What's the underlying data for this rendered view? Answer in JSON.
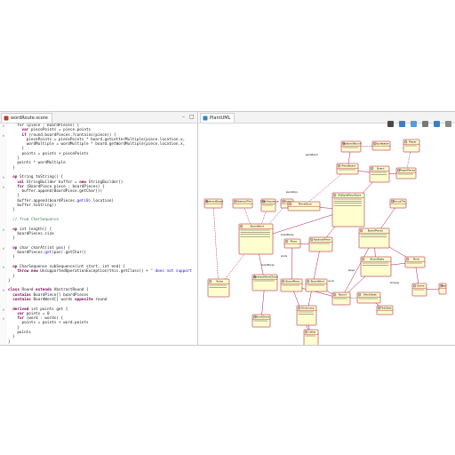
{
  "editor": {
    "tab_label": "wordRoute.score",
    "lines": [
      {
        "fold": "⊖",
        "segs": [
          {
            "t": "    for ("
          },
          {
            "t": "piece",
            "c": ""
          },
          {
            "t": " : boardPieces) {"
          }
        ]
      },
      {
        "fold": "",
        "segs": [
          {
            "t": "      "
          },
          {
            "t": "var",
            "c": "kw"
          },
          {
            "t": " piecePoints = piece.points"
          }
        ]
      },
      {
        "fold": "⊖",
        "segs": [
          {
            "t": "      "
          },
          {
            "t": "if",
            "c": "kw"
          },
          {
            "t": " (round.boardPieces.?contains(piece)) {"
          }
        ]
      },
      {
        "fold": "",
        "segs": [
          {
            "t": "        piecePoints = piecePoints * board.getLetterMultiple(piece.location.x,"
          }
        ]
      },
      {
        "fold": "",
        "segs": [
          {
            "t": "        wordMultiple = wordMultiple * board.getWordMultiple(piece.location.x,"
          }
        ]
      },
      {
        "fold": "",
        "segs": [
          {
            "t": "      }"
          }
        ]
      },
      {
        "fold": "",
        "segs": [
          {
            "t": "      points = points + piecePoints"
          }
        ]
      },
      {
        "fold": "",
        "segs": [
          {
            "t": "    }"
          }
        ]
      },
      {
        "fold": "",
        "segs": [
          {
            "t": "    points * wordMultiple"
          }
        ]
      },
      {
        "fold": "",
        "segs": [
          {
            "t": "  }"
          }
        ]
      },
      {
        "fold": "",
        "segs": [
          {
            "t": ""
          }
        ]
      },
      {
        "fold": "⊖",
        "segs": [
          {
            "t": "  "
          },
          {
            "t": "op",
            "c": "kw"
          },
          {
            "t": " String toString() {"
          }
        ]
      },
      {
        "fold": "",
        "segs": [
          {
            "t": "    "
          },
          {
            "t": "val",
            "c": "kw"
          },
          {
            "t": " StringBuilder buffer = "
          },
          {
            "t": "new",
            "c": "kw"
          },
          {
            "t": " StringBuilder()"
          }
        ]
      },
      {
        "fold": "⊖",
        "segs": [
          {
            "t": "    "
          },
          {
            "t": "for",
            "c": "kw"
          },
          {
            "t": " (BoardPiece piece : boardPieces) {"
          }
        ]
      },
      {
        "fold": "",
        "segs": [
          {
            "t": "      buffer.append(BoardPiece.getChar())"
          }
        ]
      },
      {
        "fold": "",
        "segs": [
          {
            "t": "    }"
          }
        ]
      },
      {
        "fold": "",
        "segs": [
          {
            "t": "    buffer.append(boardPieces."
          },
          {
            "t": "get",
            "c": "st"
          },
          {
            "t": "("
          },
          {
            "t": "0",
            "c": "st"
          },
          {
            "t": ").location)"
          }
        ]
      },
      {
        "fold": "",
        "segs": [
          {
            "t": "    buffer.toString()"
          }
        ]
      },
      {
        "fold": "",
        "segs": [
          {
            "t": "  }"
          }
        ]
      },
      {
        "fold": "",
        "segs": [
          {
            "t": ""
          }
        ]
      },
      {
        "fold": "",
        "segs": [
          {
            "t": "  "
          },
          {
            "t": "// from CharSequence",
            "c": "cm"
          }
        ]
      },
      {
        "fold": "",
        "segs": [
          {
            "t": ""
          }
        ]
      },
      {
        "fold": "⊖",
        "segs": [
          {
            "t": "  "
          },
          {
            "t": "op",
            "c": "kw"
          },
          {
            "t": " int length() {"
          }
        ]
      },
      {
        "fold": "",
        "segs": [
          {
            "t": "    boardPieces.size"
          }
        ]
      },
      {
        "fold": "",
        "segs": [
          {
            "t": "  }"
          }
        ]
      },
      {
        "fold": "",
        "segs": [
          {
            "t": ""
          }
        ]
      },
      {
        "fold": "⊖",
        "segs": [
          {
            "t": "  "
          },
          {
            "t": "op",
            "c": "kw"
          },
          {
            "t": " char charAt(int pos) {"
          }
        ]
      },
      {
        "fold": "",
        "segs": [
          {
            "t": "    boardPieces."
          },
          {
            "t": "get",
            "c": "st"
          },
          {
            "t": "(pos).getChar()"
          }
        ]
      },
      {
        "fold": "",
        "segs": [
          {
            "t": "  }"
          }
        ]
      },
      {
        "fold": "",
        "segs": [
          {
            "t": ""
          }
        ]
      },
      {
        "fold": "⊖",
        "segs": [
          {
            "t": "  "
          },
          {
            "t": "op",
            "c": "kw"
          },
          {
            "t": " CharSequence subSequence(int start, int end) {"
          }
        ]
      },
      {
        "fold": "",
        "segs": [
          {
            "t": "    "
          },
          {
            "t": "throw",
            "c": "kw"
          },
          {
            "t": " "
          },
          {
            "t": "new",
            "c": "kw"
          },
          {
            "t": " UnsupportedOperationException(this.getClass() + "
          },
          {
            "t": "\" does not support",
            "c": "st"
          }
        ]
      },
      {
        "fold": "",
        "segs": [
          {
            "t": "  }"
          }
        ]
      },
      {
        "fold": "",
        "segs": [
          {
            "t": "}"
          }
        ]
      },
      {
        "fold": "",
        "segs": [
          {
            "t": ""
          }
        ]
      },
      {
        "fold": "⊖",
        "segs": [
          {
            "t": "class",
            "c": "kw"
          },
          {
            "t": " Round "
          },
          {
            "t": "extends",
            "c": "kw"
          },
          {
            "t": " AbstractRound {"
          }
        ]
      },
      {
        "fold": "",
        "segs": [
          {
            "t": "  "
          },
          {
            "t": "contains",
            "c": "kw"
          },
          {
            "t": " BoardPiece[] boardPieces"
          }
        ]
      },
      {
        "fold": "",
        "segs": [
          {
            "t": "  "
          },
          {
            "t": "contains",
            "c": "kw"
          },
          {
            "t": " BoardWord[] words "
          },
          {
            "t": "opposite",
            "c": "kw"
          },
          {
            "t": " round"
          }
        ]
      },
      {
        "fold": "",
        "segs": [
          {
            "t": ""
          }
        ]
      },
      {
        "fold": "⊖",
        "segs": [
          {
            "t": "  "
          },
          {
            "t": "derived",
            "c": "kw"
          },
          {
            "t": " int points get {"
          }
        ]
      },
      {
        "fold": "",
        "segs": [
          {
            "t": "    "
          },
          {
            "t": "var",
            "c": "kw"
          },
          {
            "t": " points = 0"
          }
        ]
      },
      {
        "fold": "⊖",
        "segs": [
          {
            "t": "    "
          },
          {
            "t": "for",
            "c": "kw"
          },
          {
            "t": " (word : words) {"
          }
        ]
      },
      {
        "fold": "",
        "segs": [
          {
            "t": "      points = points + word.points"
          }
        ]
      },
      {
        "fold": "",
        "segs": [
          {
            "t": "    }"
          }
        ]
      },
      {
        "fold": "",
        "segs": [
          {
            "t": "    points"
          }
        ]
      },
      {
        "fold": "",
        "segs": [
          {
            "t": "  }"
          }
        ]
      },
      {
        "fold": "",
        "segs": [
          {
            "t": "}"
          }
        ]
      }
    ]
  },
  "diagram": {
    "tab_label": "PlantUML",
    "toolbar_icons": [
      "export-icon",
      "zoom-in-icon",
      "zoom-out-icon",
      "link-icon",
      "pin-icon",
      "refresh-icon"
    ],
    "classes": [
      {
        "id": "abstractround",
        "name": "AbstractRound"
      },
      {
        "id": "updatable",
        "name": "Updatable"
      },
      {
        "id": "player",
        "name": "Player"
      },
      {
        "id": "pieceboard",
        "name": "PieceBoard"
      },
      {
        "id": "board",
        "name": "Board"
      },
      {
        "id": "playerpieces",
        "name": "PlayerPieces"
      },
      {
        "id": "abstractboard",
        "name": "AbstractBoard"
      },
      {
        "id": "abstracttile",
        "name": "AbstractTile"
      },
      {
        "id": "charsequence",
        "name": "CharSequence"
      },
      {
        "id": "bonus",
        "name": "Bonus"
      },
      {
        "id": "piecestore",
        "name": "PieceStore"
      },
      {
        "id": "multipiecestore",
        "name": "MultiplePieceStore"
      },
      {
        "id": "bonustile",
        "name": "BonusTile"
      },
      {
        "id": "boardword",
        "name": "BoardWord"
      },
      {
        "id": "piece",
        "name": "Piece"
      },
      {
        "id": "abstractpiece",
        "name": "AbstractPiece"
      },
      {
        "id": "boardpieces",
        "name": "BoardPieces"
      },
      {
        "id": "abstractwordcheck",
        "name": "AbstractWordCheck"
      },
      {
        "id": "rules",
        "name": "Rules"
      },
      {
        "id": "boardpiece",
        "name": "BoardPiece"
      },
      {
        "id": "boardword2",
        "name": "BoardWord"
      },
      {
        "id": "boardstate",
        "name": "BoardState"
      },
      {
        "id": "round",
        "name": "Round"
      },
      {
        "id": "wordstate",
        "name": "WordState"
      },
      {
        "id": "point",
        "name": "Point"
      },
      {
        "id": "wordcheck",
        "name": "WordCheck"
      },
      {
        "id": "dictionary",
        "name": "Dictionary"
      },
      {
        "id": "game",
        "name": "Game"
      },
      {
        "id": "key",
        "name": "Key"
      },
      {
        "id": "letter",
        "name": "Letter"
      },
      {
        "id": "tilestate",
        "name": "TileState"
      }
    ],
    "edge_labels": [
      "pieceBoard",
      "boardPieces",
      "pieceStore",
      "words",
      "round",
      "boardPieces",
      "player",
      "bonuses"
    ]
  }
}
